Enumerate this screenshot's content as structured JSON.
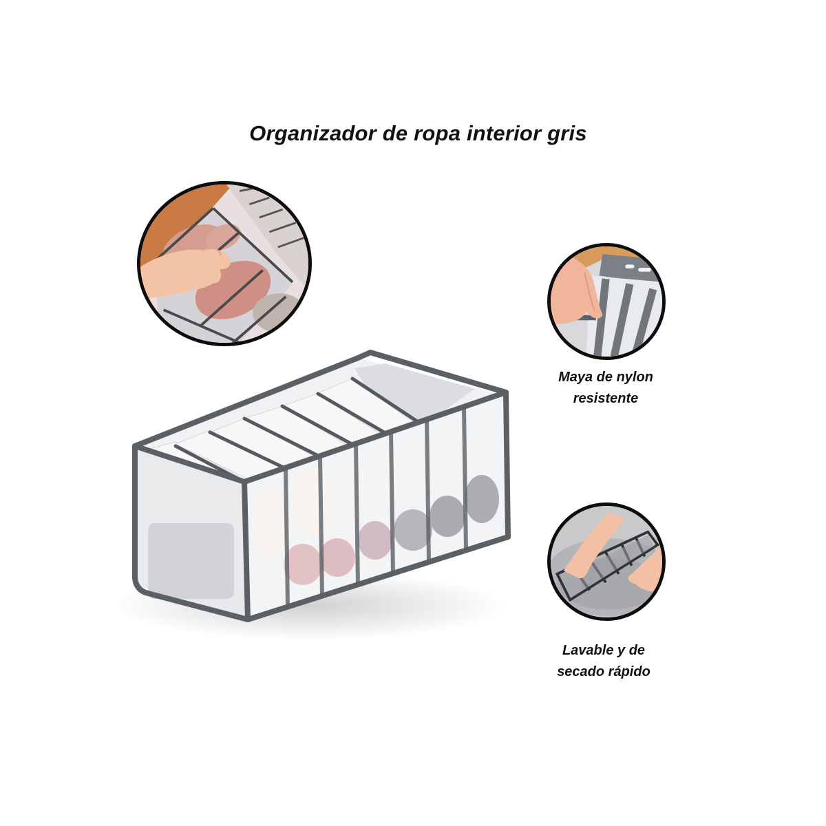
{
  "title": "Organizador de ropa interior gris",
  "features": [
    {
      "icon": "hand-drawer-organizer-photo",
      "caption_lines": []
    },
    {
      "icon": "nylon-mesh-closeup-photo",
      "caption_lines": [
        "Maya de nylon",
        "resistente"
      ]
    },
    {
      "icon": "washing-organizer-photo",
      "caption_lines": [
        "Lavable y de",
        "secado rápido"
      ]
    }
  ],
  "product": {
    "name": "mesh-underwear-organizer-box",
    "compartments": 7,
    "colors": {
      "trim": "#5b6064",
      "mesh": "#eef0f2",
      "background": "#ffffff",
      "circle_border": "#0d0d0d"
    }
  }
}
